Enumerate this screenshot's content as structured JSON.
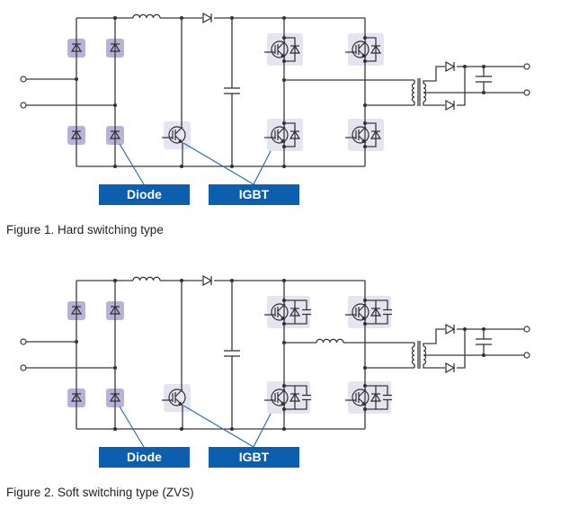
{
  "figures": [
    {
      "caption": "Figure 1. Hard switching type",
      "variant": "hard",
      "labels": {
        "diode": "Diode",
        "igbt": "IGBT"
      }
    },
    {
      "caption": "Figure 2. Soft switching type (ZVS)",
      "variant": "soft",
      "labels": {
        "diode": "Diode",
        "igbt": "IGBT"
      }
    }
  ],
  "colors": {
    "label_fill": "#0b5fae",
    "leader_line": "#2a6fb0",
    "diode_highlight": "#b9b2d8",
    "igbt_highlight": "#e6e4f0",
    "wire": "#3a3a3a"
  }
}
